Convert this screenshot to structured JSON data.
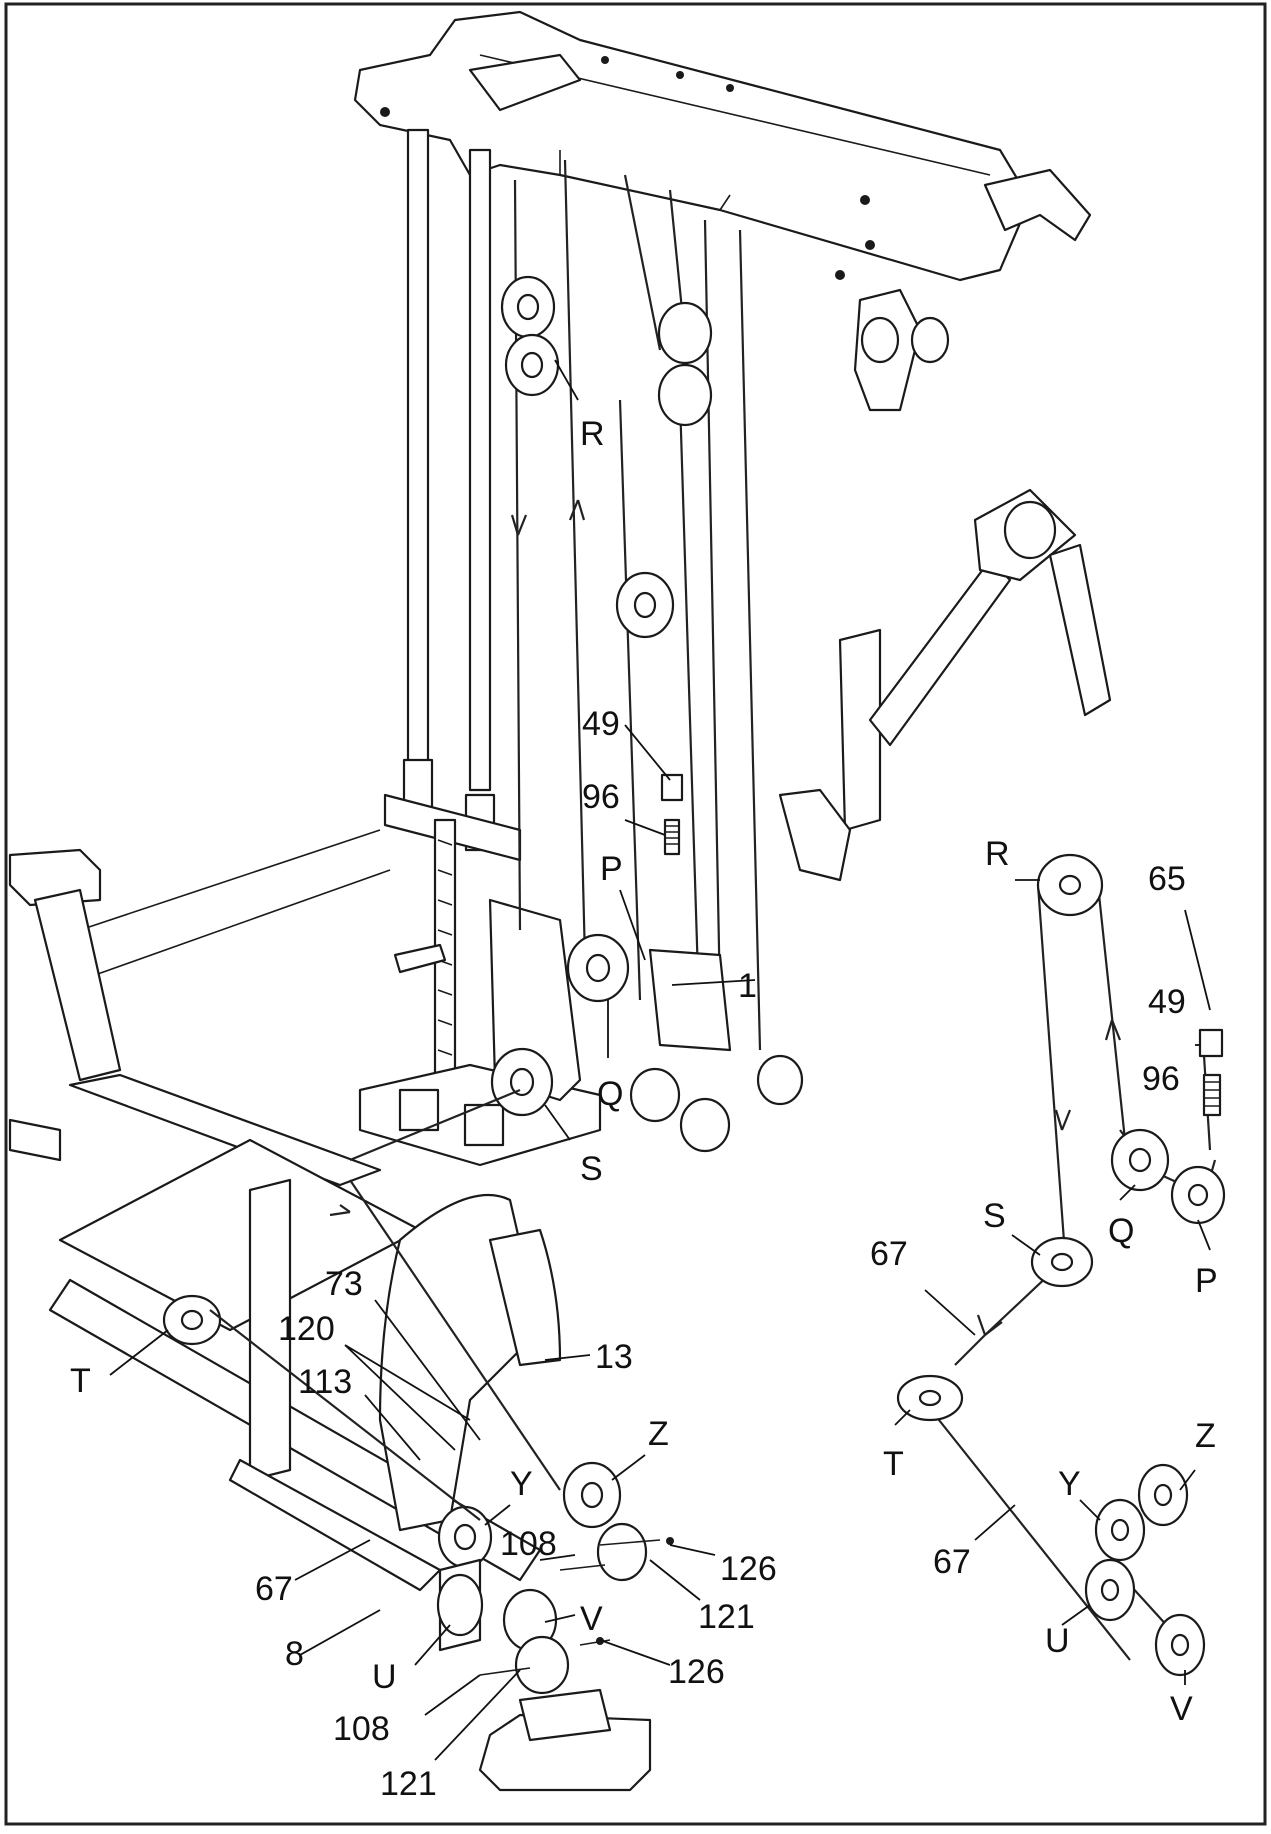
{
  "labels": {
    "main": {
      "R": "R",
      "n49": "49",
      "n96": "96",
      "P": "P",
      "n1": "1",
      "Q": "Q",
      "S": "S",
      "n73": "73",
      "n120": "120",
      "n113": "113",
      "n13": "13",
      "T": "T",
      "Z": "Z",
      "Y": "Y",
      "n108a": "108",
      "n126a": "126",
      "n121a": "121",
      "n67": "67",
      "V": "V",
      "n8": "8",
      "U": "U",
      "n126b": "126",
      "n108b": "108",
      "n121b": "121"
    },
    "routing": {
      "R": "R",
      "n65": "65",
      "n49": "49",
      "n96": "96",
      "Q": "Q",
      "P": "P",
      "S": "S",
      "n67a": "67",
      "T": "T",
      "Z": "Z",
      "Y": "Y",
      "n67b": "67",
      "U": "U",
      "V": "V"
    }
  }
}
